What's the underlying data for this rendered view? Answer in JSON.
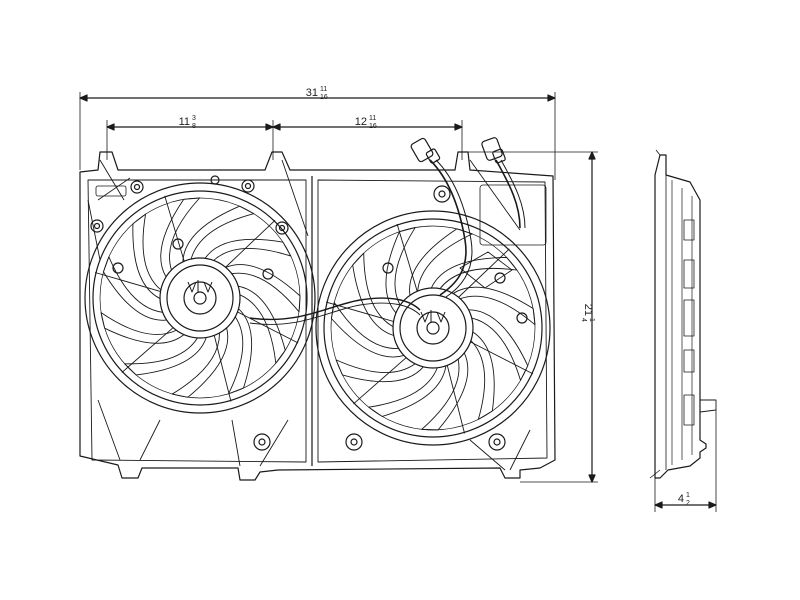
{
  "dimensions": {
    "overall_width": {
      "whole": "31",
      "num": "11",
      "den": "16"
    },
    "left_fan_center": {
      "whole": "11",
      "num": "3",
      "den": "8"
    },
    "right_fan_center": {
      "whole": "12",
      "num": "11",
      "den": "16"
    },
    "overall_height": {
      "whole": "21",
      "num": "1",
      "den": "4"
    },
    "depth": {
      "whole": "4",
      "num": "1",
      "den": "2"
    }
  },
  "colors": {
    "line": "#1a1a1a",
    "background": "#ffffff"
  }
}
